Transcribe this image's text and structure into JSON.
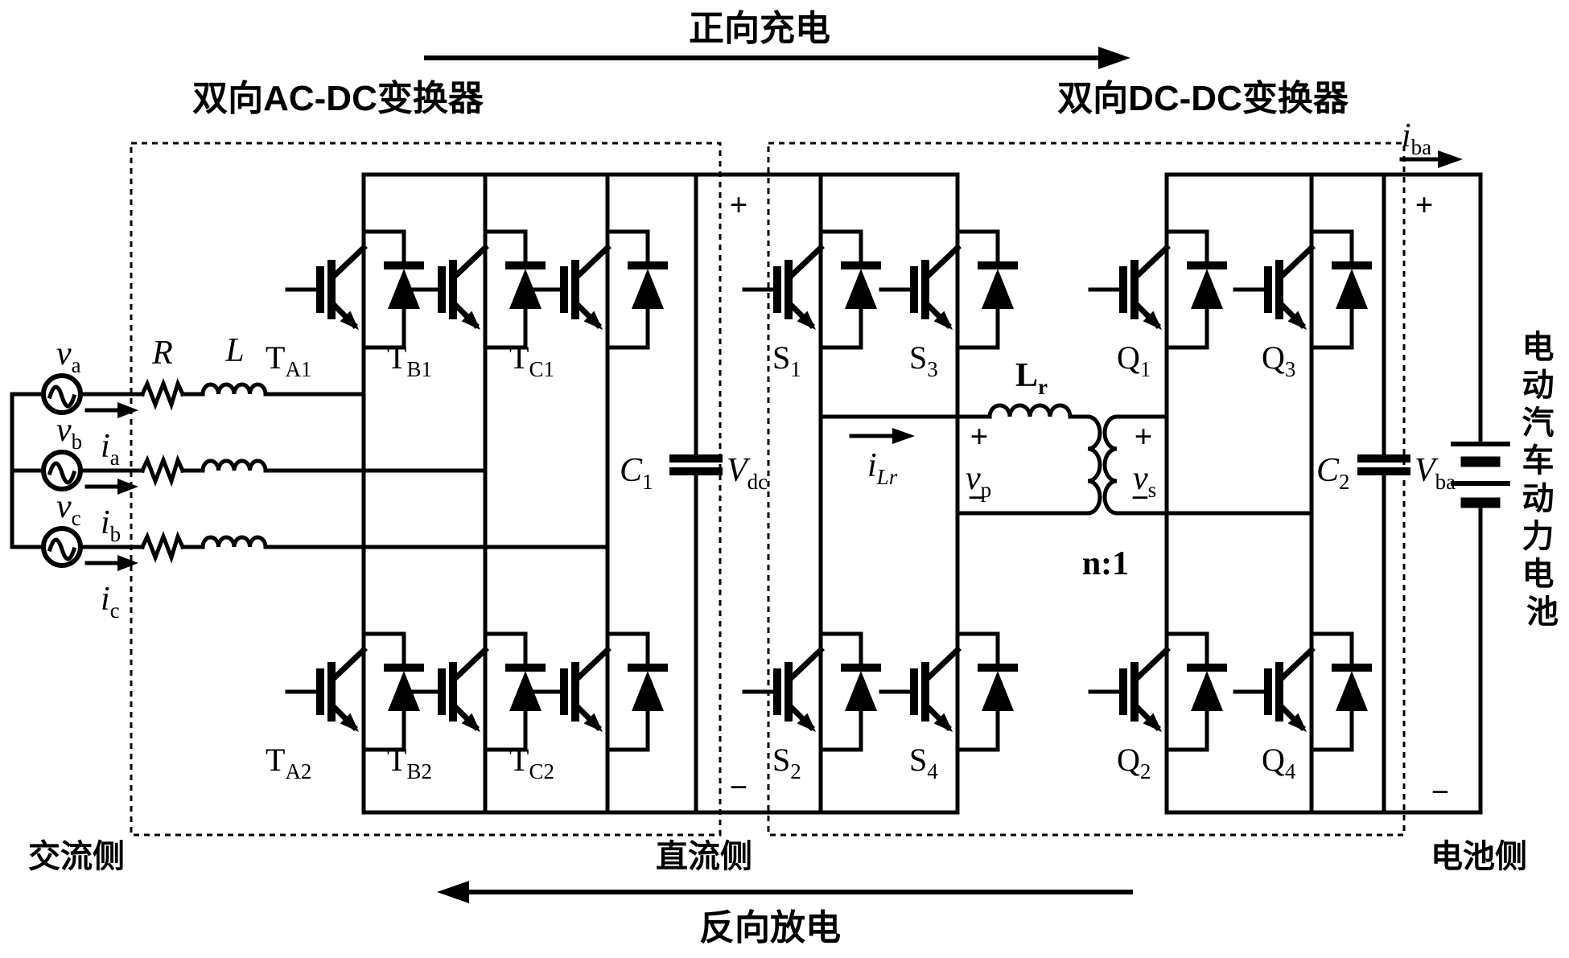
{
  "diagram": {
    "title_forward": "正向充电",
    "title_reverse": "反向放电",
    "header_acdc": "双向AC-DC变换器",
    "header_dcdc": "双向DC-DC变换器",
    "side_ac": "交流侧",
    "side_dc": "直流侧",
    "side_battery": "电池侧",
    "battery_name_chars": [
      "电",
      "动",
      "汽",
      "车",
      "动",
      "力",
      "电",
      "池"
    ]
  },
  "ac_input": {
    "sources": [
      {
        "main": "v",
        "sub": "a"
      },
      {
        "main": "v",
        "sub": "b"
      },
      {
        "main": "v",
        "sub": "c"
      }
    ],
    "currents": [
      {
        "main": "i",
        "sub": "a"
      },
      {
        "main": "i",
        "sub": "b"
      },
      {
        "main": "i",
        "sub": "c"
      }
    ],
    "resistor": "R",
    "inductor": "L"
  },
  "acdc_bridge": {
    "switches": [
      {
        "main": "T",
        "sub": "A1"
      },
      {
        "main": "T",
        "sub": "B1"
      },
      {
        "main": "T",
        "sub": "C1"
      },
      {
        "main": "T",
        "sub": "A2"
      },
      {
        "main": "T",
        "sub": "B2"
      },
      {
        "main": "T",
        "sub": "C2"
      }
    ]
  },
  "dc_link": {
    "cap": {
      "main": "C",
      "sub": "1"
    },
    "voltage": {
      "main": "V",
      "sub": "dc"
    },
    "plus": "+",
    "minus": "−"
  },
  "dab_primary": {
    "switches": [
      {
        "main": "S",
        "sub": "1"
      },
      {
        "main": "S",
        "sub": "3"
      },
      {
        "main": "S",
        "sub": "2"
      },
      {
        "main": "S",
        "sub": "4"
      }
    ],
    "inductor": {
      "main": "L",
      "sub": "r"
    },
    "current": {
      "main": "i",
      "sub": "Lr"
    },
    "v_primary": {
      "main": "v",
      "sub": "p"
    },
    "plus": "+",
    "minus": "−"
  },
  "transformer": {
    "ratio": "n:1",
    "v_secondary": {
      "main": "v",
      "sub": "s"
    },
    "plus": "+",
    "minus": "−"
  },
  "dab_secondary": {
    "switches": [
      {
        "main": "Q",
        "sub": "1"
      },
      {
        "main": "Q",
        "sub": "3"
      },
      {
        "main": "Q",
        "sub": "2"
      },
      {
        "main": "Q",
        "sub": "4"
      }
    ]
  },
  "battery_side": {
    "cap": {
      "main": "C",
      "sub": "2"
    },
    "voltage": {
      "main": "V",
      "sub": "ba"
    },
    "current": {
      "main": "i",
      "sub": "ba"
    },
    "plus": "+",
    "minus": "−"
  }
}
